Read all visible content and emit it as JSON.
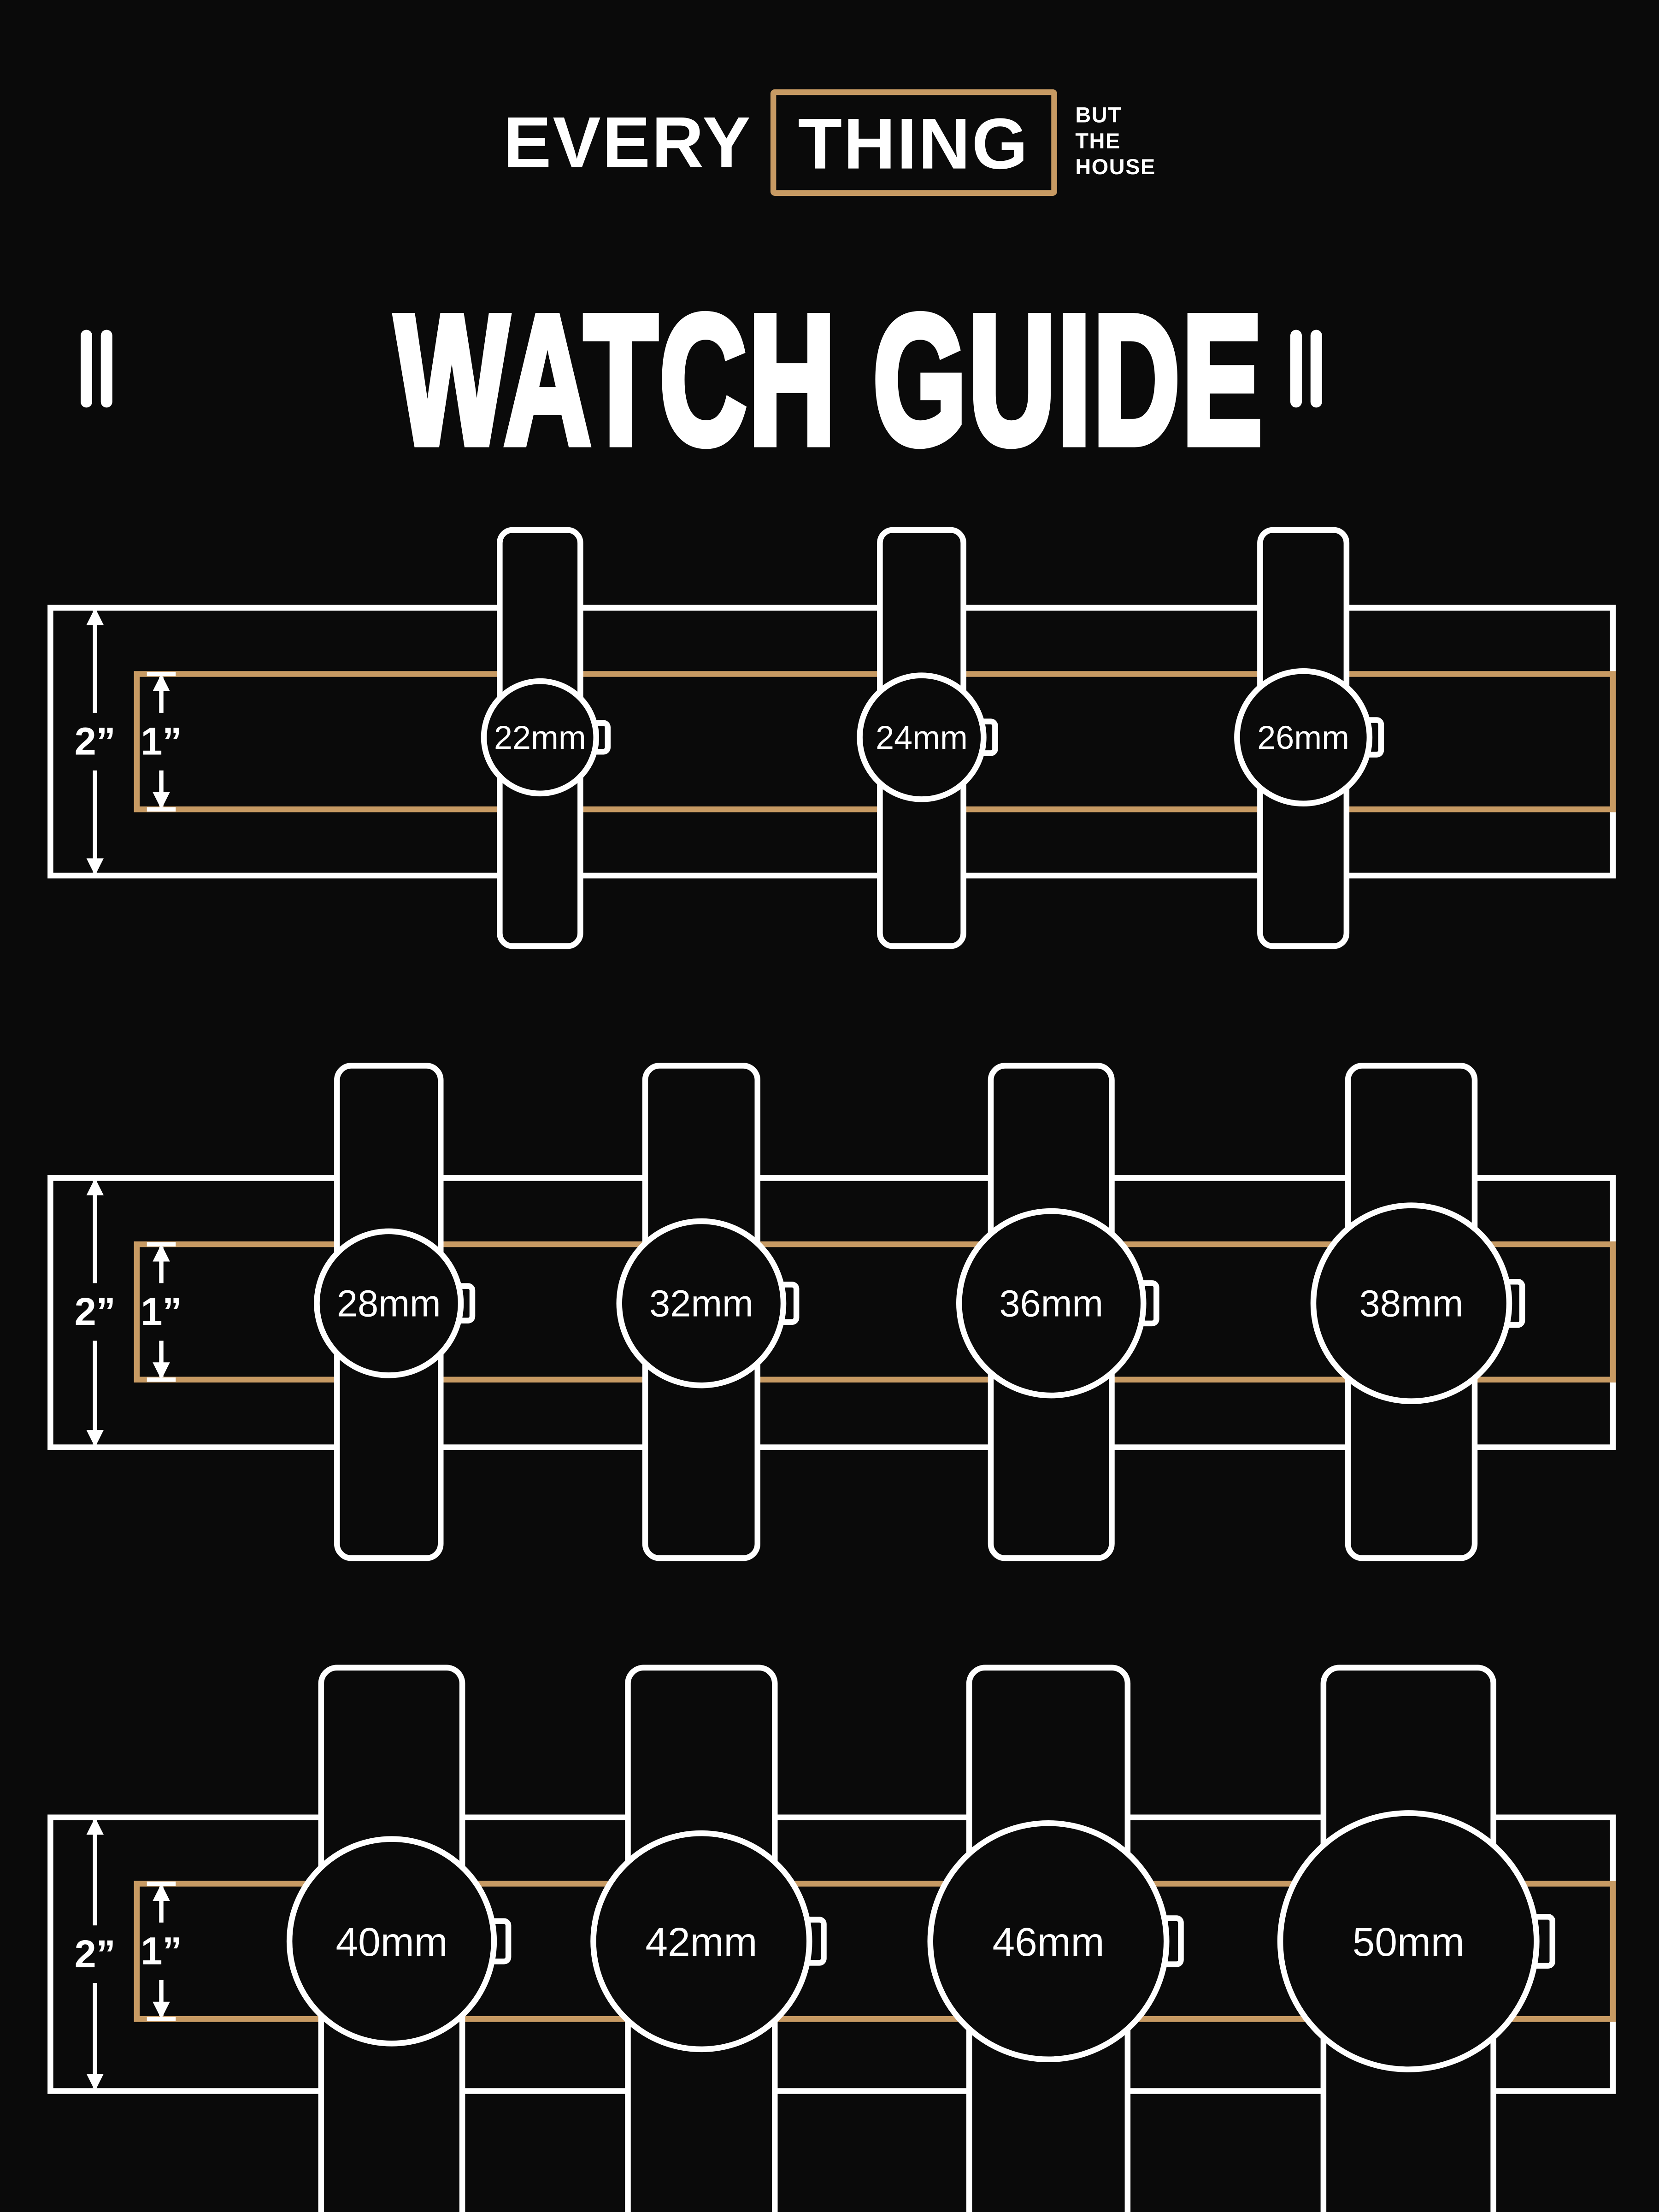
{
  "colors": {
    "background": "#0A0A0A",
    "white": "#FFFFFF",
    "tan": "#C79A63"
  },
  "logo": {
    "word_left": "EVERY",
    "word_boxed": "THING",
    "tagline_line1": "BUT",
    "tagline_line2": "THE",
    "tagline_line3": "HOUSE"
  },
  "title": "WATCH GUIDE",
  "rows": [
    {
      "outer_width_label": "2”",
      "inner_width_label": "1”",
      "watches": [
        {
          "size_label": "22mm"
        },
        {
          "size_label": "24mm"
        },
        {
          "size_label": "26mm"
        }
      ]
    },
    {
      "outer_width_label": "2”",
      "inner_width_label": "1”",
      "watches": [
        {
          "size_label": "28mm"
        },
        {
          "size_label": "32mm"
        },
        {
          "size_label": "36mm"
        },
        {
          "size_label": "38mm"
        }
      ]
    },
    {
      "outer_width_label": "2”",
      "inner_width_label": "1”",
      "watches": [
        {
          "size_label": "40mm"
        },
        {
          "size_label": "42mm"
        },
        {
          "size_label": "46mm"
        },
        {
          "size_label": "50mm"
        }
      ]
    }
  ]
}
